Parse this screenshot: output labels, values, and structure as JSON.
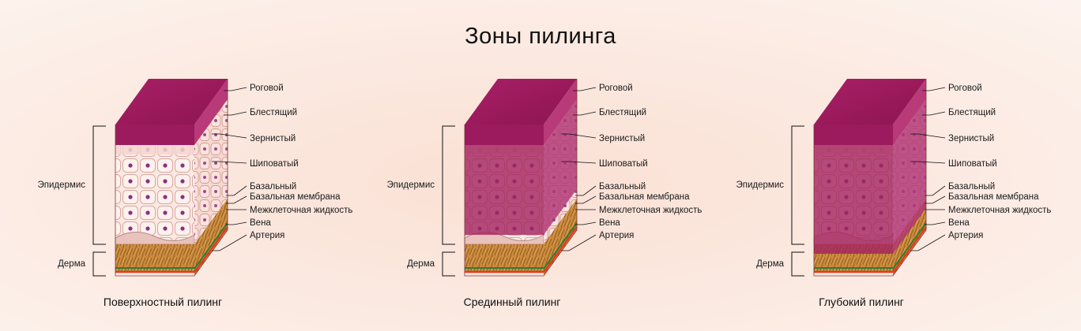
{
  "title": "Зоны пилинга",
  "panels": [
    {
      "caption": "Поверхностный пилинг",
      "depth": 1
    },
    {
      "caption": "Срединный пилинг",
      "depth": 2
    },
    {
      "caption": "Глубокий пилинг",
      "depth": 3
    }
  ],
  "layer_labels": [
    "Роговой",
    "Блестящий",
    "Зернистый",
    "Шиповатый",
    "Базальный",
    "Базальная мембрана",
    "Межклеточная жидкость",
    "Вена",
    "Артерия"
  ],
  "bracket_labels": {
    "epidermis": "Эпидермис",
    "dermis": "Дерма"
  },
  "colors": {
    "stratum_corneum": "#9c1a5e",
    "peel_tint": "#a3245f",
    "cell_fill": "#fbe9e2",
    "nucleus": "#8b2f82",
    "dermis": "#c98a3c",
    "vein": "#2e7d32",
    "artery": "#e63a1e"
  }
}
